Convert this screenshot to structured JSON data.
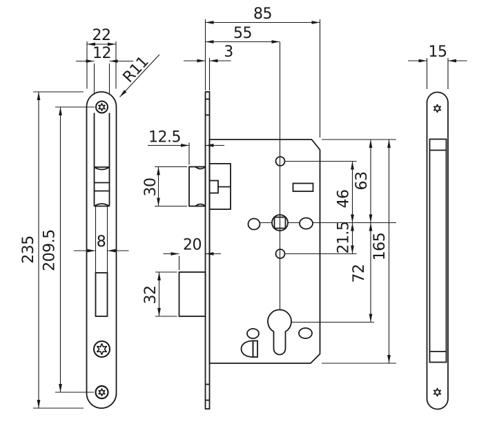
{
  "page": {
    "background": "#ffffff",
    "line_color": "#1a1a1a"
  },
  "drawing": {
    "type": "technical-drawing",
    "subject": "mortise door lock - three orthographic views with dimensions (mm)",
    "views": {
      "front_plate": {
        "plate_width": "22",
        "forend_width": "12",
        "end_radius": "R11",
        "plate_height": "235",
        "screw_centers": "209.5",
        "deadbolt_slot_width": "8"
      },
      "lock_case": {
        "total_depth": "85",
        "backset": "55",
        "plate_thickness": "3",
        "latch_projection": "12.5",
        "latch_height": "30",
        "deadbolt_projection": "20",
        "deadbolt_height": "32",
        "case_top_to_spindle": "63",
        "top_hole_to_spindle": "46",
        "spindle_to_lower_hole": "21.5",
        "case_height": "165",
        "spindle_to_cylinder": "72"
      },
      "side_plate": {
        "plate_width": "15"
      }
    }
  }
}
